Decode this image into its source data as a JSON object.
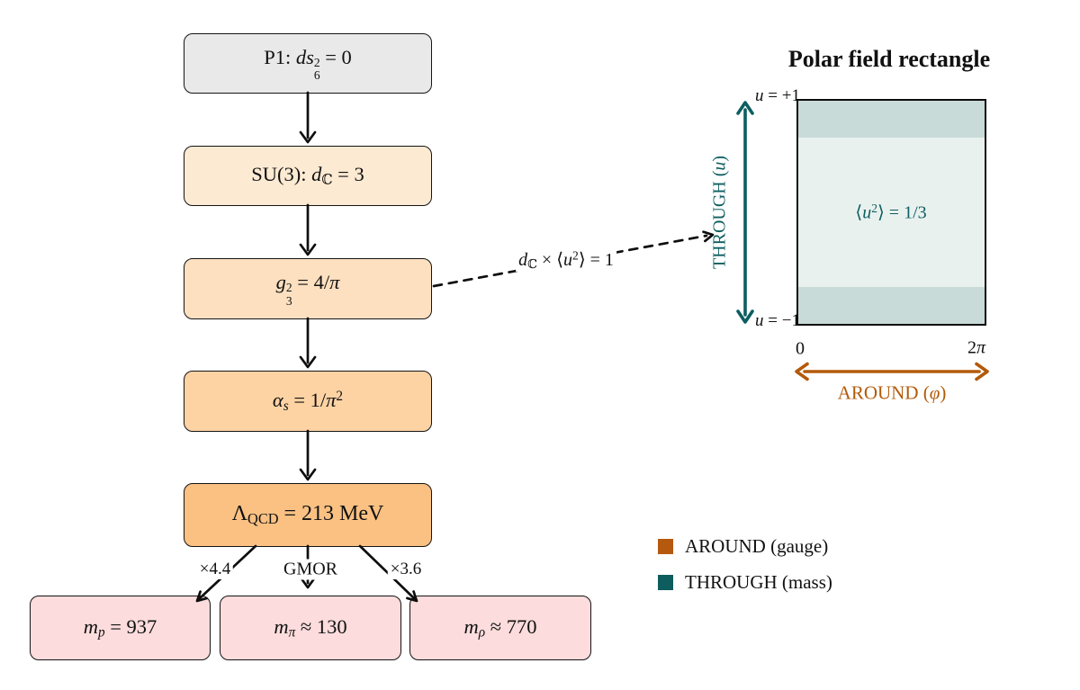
{
  "flow": {
    "boxes": [
      {
        "fill": "#e9e9e9",
        "parts": [
          [
            "P1:  ",
            "rm"
          ],
          [
            "ds",
            "it"
          ],
          [
            "2|6",
            "supsub"
          ],
          [
            " = 0",
            "rm"
          ]
        ]
      },
      {
        "fill": "#fdead3",
        "parts": [
          [
            "SU(3):  ",
            "rm"
          ],
          [
            "d",
            "it"
          ],
          [
            "ℂ",
            "sub"
          ],
          [
            " = 3",
            "rm"
          ]
        ]
      },
      {
        "fill": "#fde0c0",
        "parts": [
          [
            "g",
            "it"
          ],
          [
            "2|3",
            "supsub"
          ],
          [
            " = 4/",
            "rm"
          ],
          [
            "π",
            "it"
          ]
        ]
      },
      {
        "fill": "#fdd3a4",
        "parts": [
          [
            "α",
            "it"
          ],
          [
            "s",
            "subit"
          ],
          [
            " = 1/",
            "rm"
          ],
          [
            "π",
            "it"
          ],
          [
            "2",
            "sup"
          ]
        ]
      },
      {
        "fill": "#fac183",
        "parts": [
          [
            "Λ",
            "rm"
          ],
          [
            "QCD",
            "sub"
          ],
          [
            " = 213 MeV",
            "rm"
          ]
        ]
      }
    ],
    "outputs": [
      {
        "fill": "#fcdcdc",
        "parts": [
          [
            "m",
            "it"
          ],
          [
            "p",
            "subit"
          ],
          [
            " = 937",
            "rm"
          ]
        ]
      },
      {
        "fill": "#fcdcdc",
        "parts": [
          [
            "m",
            "it"
          ],
          [
            "π",
            "subit"
          ],
          [
            " ≈ 130",
            "rm"
          ]
        ]
      },
      {
        "fill": "#fcdcdc",
        "parts": [
          [
            "m",
            "it"
          ],
          [
            "ρ",
            "subit"
          ],
          [
            " ≈ 770",
            "rm"
          ]
        ]
      }
    ],
    "edge_labels": [
      {
        "text": "×4.4"
      },
      {
        "text": "GMOR"
      },
      {
        "text": "×3.6"
      }
    ],
    "dashed_label_parts": [
      [
        "d",
        "it"
      ],
      [
        "ℂ",
        "sub"
      ],
      [
        " × ⟨",
        "rm"
      ],
      [
        "u",
        "it"
      ],
      [
        "2",
        "sup"
      ],
      [
        "⟩ = 1",
        "rm"
      ]
    ]
  },
  "panel": {
    "title": "Polar field rectangle",
    "u_top_parts": [
      [
        "u",
        "it"
      ],
      [
        " = +1",
        "rm"
      ]
    ],
    "u_bottom_parts": [
      [
        "u",
        "it"
      ],
      [
        " = −1",
        "rm"
      ]
    ],
    "phi_min": "0",
    "phi_max_parts": [
      [
        "2",
        "rm"
      ],
      [
        "π",
        "it"
      ]
    ],
    "interior_parts": [
      [
        "⟨",
        "rm"
      ],
      [
        "u",
        "it"
      ],
      [
        "2",
        "sup"
      ],
      [
        "⟩ = 1/3",
        "rm"
      ]
    ],
    "through_parts": [
      [
        "THROUGH (",
        "rm"
      ],
      [
        "u",
        "it"
      ],
      [
        ")",
        "rm"
      ]
    ],
    "around_parts": [
      [
        "AROUND (",
        "rm"
      ],
      [
        "φ",
        "it"
      ],
      [
        ")",
        "rm"
      ]
    ],
    "colors": {
      "teal": "#0d5e60",
      "orange": "#b35a0a",
      "band": "#c9dbd8",
      "interior": "#e9f1ef"
    }
  },
  "legend": {
    "items": [
      {
        "color": "#b5590f",
        "label": "AROUND (gauge)"
      },
      {
        "color": "#0d5c5e",
        "label": "THROUGH (mass)"
      }
    ]
  }
}
